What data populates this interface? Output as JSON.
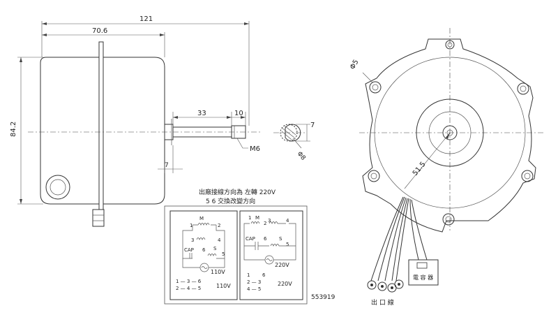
{
  "side_view": {
    "dim_overall_length": "121",
    "dim_body_length": "70.6",
    "dim_height": "84.2",
    "dim_shaft_length": "33",
    "dim_shaft_tip": "10",
    "dim_shaft_offset": "7",
    "thread_callout": "M6"
  },
  "shaft_section": {
    "dim_flat": "7",
    "dim_diameter": "Φ8"
  },
  "front_view": {
    "dim_hole_diameter": "Φ5",
    "dim_radius": "51.5",
    "lead_label": "出 口 線",
    "capacitor_label": "電 容 器"
  },
  "wiring": {
    "heading_1": "出廠接線方向為  左轉 220V",
    "heading_2": "5  6  交換改變方向",
    "left_panel": {
      "label_m": "M",
      "label_1": "1",
      "label_2": "2",
      "label_3": "3",
      "label_4": "4",
      "label_cap": "CAP",
      "label_6": "6",
      "label_s": "S",
      "label_5": "5",
      "voltage": "110V",
      "table_row_1": "1 — 3 — 6",
      "table_row_2": "2 — 4 — 5",
      "table_voltage": "110V"
    },
    "right_panel": {
      "label_1": "1",
      "label_m": "M",
      "label_2": "2",
      "label_3": "3",
      "label_4": "4",
      "label_cap": "CAP",
      "label_6": "6",
      "label_s": "S",
      "label_5": "5",
      "voltage": "220V",
      "table_row_1a": "1",
      "table_row_1b": "6",
      "table_row_2": "2 — 3",
      "table_row_3": "4 — 5",
      "table_voltage": "220V"
    },
    "part_number": "553919"
  }
}
